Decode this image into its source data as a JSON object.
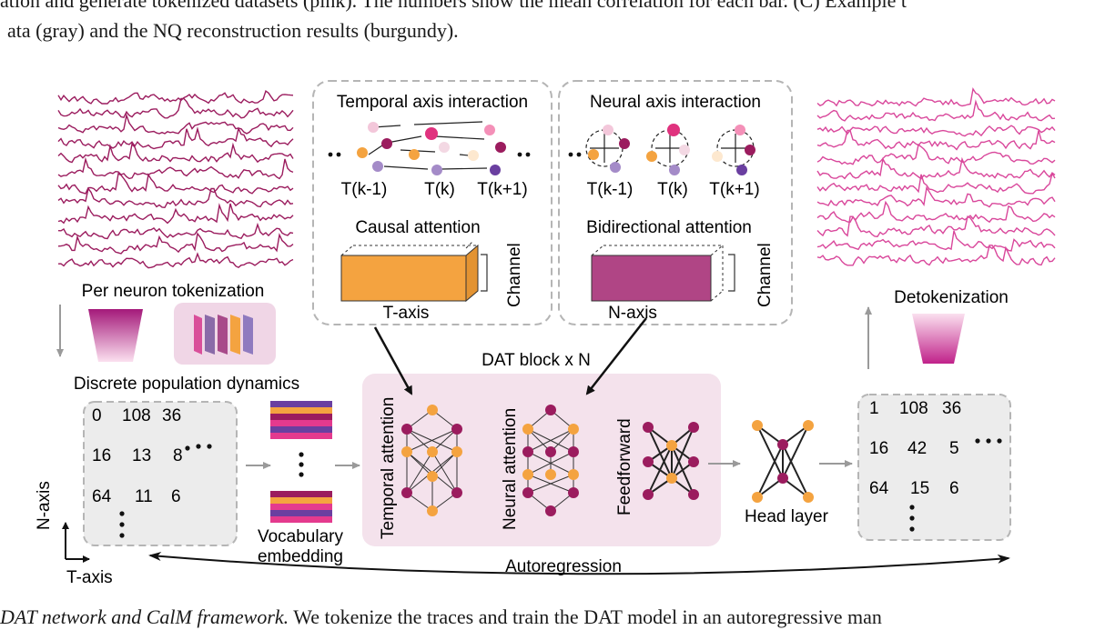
{
  "caption": {
    "top_line1": "ation and generate tokenized datasets (pink). The numbers show the mean correlation for each bar. (C) Example t",
    "top_line2": "ata (gray) and the NQ reconstruction results (burgundy).",
    "bottom_italic": "DAT network and CalM framework.",
    "bottom_rest": " We tokenize the traces and train the DAT model in an autoregressive man"
  },
  "colors": {
    "burgundy": "#9b1c5e",
    "pink": "#d9479b",
    "orange": "#f4a340",
    "purple": "#6a3fa0",
    "lavender": "#a48bc8",
    "panel_pink": "#f4e2ec",
    "panel_gray": "#ececec",
    "dash_gray": "#b5b5b5"
  },
  "labels": {
    "per_neuron_tokenization": "Per neuron tokenization",
    "discrete_population_dynamics": "Discrete population dynamics",
    "vocabulary_embedding_1": "Vocabulary",
    "vocabulary_embedding_2": "embedding",
    "n_axis_left": "N-axis",
    "t_axis_left": "T-axis",
    "temporal_axis_interaction": "Temporal axis interaction",
    "neural_axis_interaction": "Neural axis interaction",
    "causal_attention": "Causal attention",
    "bidirectional_attention": "Bidirectional attention",
    "t_axis_box": "T-axis",
    "n_axis_box": "N-axis",
    "channel_1": "Channel",
    "channel_2": "Channel",
    "dat_block": "DAT block x N",
    "temporal_attention": "Temporal attention",
    "neural_attention": "Neural attention",
    "feedforward": "Feedforward",
    "head_layer": "Head layer",
    "detokenization": "Detokenization",
    "autoregression": "Autoregression",
    "t_km1_a": "T(k-1)",
    "t_k_a": "T(k)",
    "t_kp1_a": "T(k+1)",
    "t_km1_b": "T(k-1)",
    "t_k_b": "T(k)",
    "t_kp1_b": "T(k+1)"
  },
  "left_matrix": [
    [
      "0",
      "108",
      "36"
    ],
    [
      "16",
      "13",
      "8"
    ],
    [
      "64",
      "11",
      "6"
    ]
  ],
  "right_matrix": [
    [
      "1",
      "108",
      "36"
    ],
    [
      "16",
      "42",
      "5"
    ],
    [
      "64",
      "15",
      "6"
    ]
  ]
}
